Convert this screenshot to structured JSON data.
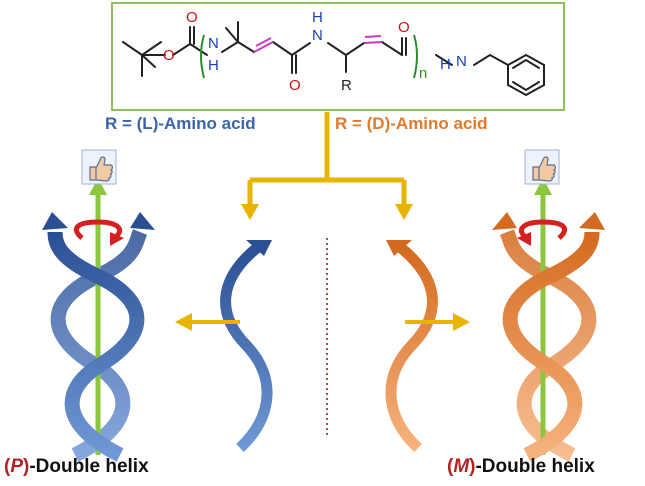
{
  "structure": {
    "atoms": {
      "carbonyl_o": "O",
      "ester_o": "O",
      "nh": "N",
      "nh_h": "H",
      "n_mid": "N",
      "h_mid": "H",
      "o_mid": "O",
      "r_group": "R",
      "o_right": "O",
      "n_repeat": "n",
      "n_end": "N",
      "h_end": "H"
    }
  },
  "labels": {
    "left_condition": "R = (L)-Amino acid",
    "right_condition": "R = (D)-Amino acid",
    "left_result_prefix": "P",
    "left_result_suffix": "-Double helix",
    "right_result_prefix": "M",
    "right_result_suffix": "-Double helix",
    "paren_open": "(",
    "paren_close": ")"
  },
  "colors": {
    "blue": "#3c64a8",
    "orange": "#e07b2e",
    "gold": "#e8b400",
    "green_axis": "#8cc63f",
    "red_rotation": "#d42020",
    "alkene_magenta": "#c63ac6",
    "heteroatom_blue": "#1a3fb5",
    "heteroatom_red": "#cc1111",
    "bracket_green": "#2e8b2e",
    "box_border": "#8dbf5b"
  },
  "icons": {
    "left_approval": "thumbs-up-icon",
    "right_approval": "thumbs-up-icon",
    "left_rotation": "rotation-arrow-icon",
    "right_rotation": "rotation-arrow-icon"
  }
}
